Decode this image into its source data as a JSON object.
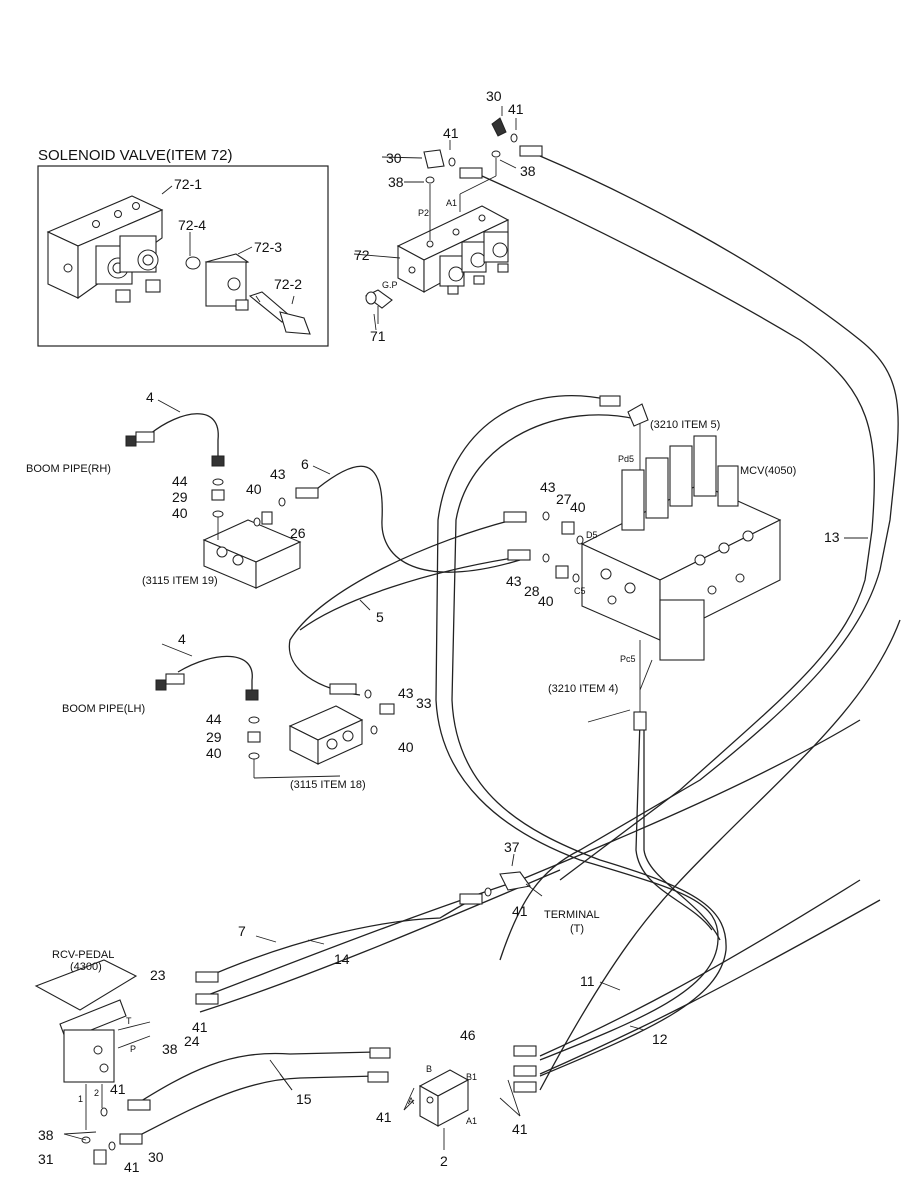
{
  "inset": {
    "title": "SOLENOID VALVE(ITEM 72)",
    "labels": [
      "72-1",
      "72-4",
      "72-3",
      "72-2"
    ]
  },
  "callouts": {
    "c30a": "30",
    "c41a": "41",
    "c41b": "41",
    "c30b": "30",
    "c38a": "38",
    "c38b": "38",
    "p2": "P2",
    "a1top": "A1",
    "gp": "G.P",
    "c72": "72",
    "c71": "71",
    "ref3210_5": "(3210 ITEM 5)",
    "pd5": "Pd5",
    "mcv": "MCV(4050)",
    "c13": "13",
    "c4a": "4",
    "boom_rh": "BOOM PIPE(RH)",
    "c44a": "44",
    "c29a": "29",
    "c40a": "40",
    "c40b": "40",
    "c43a": "43",
    "c6": "6",
    "c26": "26",
    "ref3115_19": "(3115 ITEM 19)",
    "c43b": "43",
    "c27": "27",
    "c40c": "40",
    "d5": "D5",
    "c43c": "43",
    "c28": "28",
    "c40d": "40",
    "c5port": "C5",
    "c5": "5",
    "c4b": "4",
    "boom_lh": "BOOM PIPE(LH)",
    "c44b": "44",
    "c29b": "29",
    "c40e": "40",
    "c43d": "43",
    "c33": "33",
    "c40f": "40",
    "ref3115_18": "(3115 ITEM 18)",
    "pc5": "Pc5",
    "ref3210_4": "(3210 ITEM 4)",
    "c37": "37",
    "c41c": "41",
    "terminal": "TERMINAL",
    "terminal_t": "(T)",
    "c7": "7",
    "c14": "14",
    "rcv1": "RCV-PEDAL",
    "rcv2": "(4300)",
    "c23": "23",
    "c41d": "41",
    "c38c": "38",
    "c24": "24",
    "t": "T",
    "p": "P",
    "c11": "11",
    "c12": "12",
    "c46": "46",
    "c15": "15",
    "b": "B",
    "a": "A",
    "b1": "B1",
    "a1": "A1",
    "c41e": "41",
    "c41f": "41",
    "c1": "1",
    "c2": "2",
    "c41g": "41",
    "c38d": "38",
    "c31": "31",
    "c41h": "41",
    "c30c": "30",
    "c2b": "2"
  }
}
